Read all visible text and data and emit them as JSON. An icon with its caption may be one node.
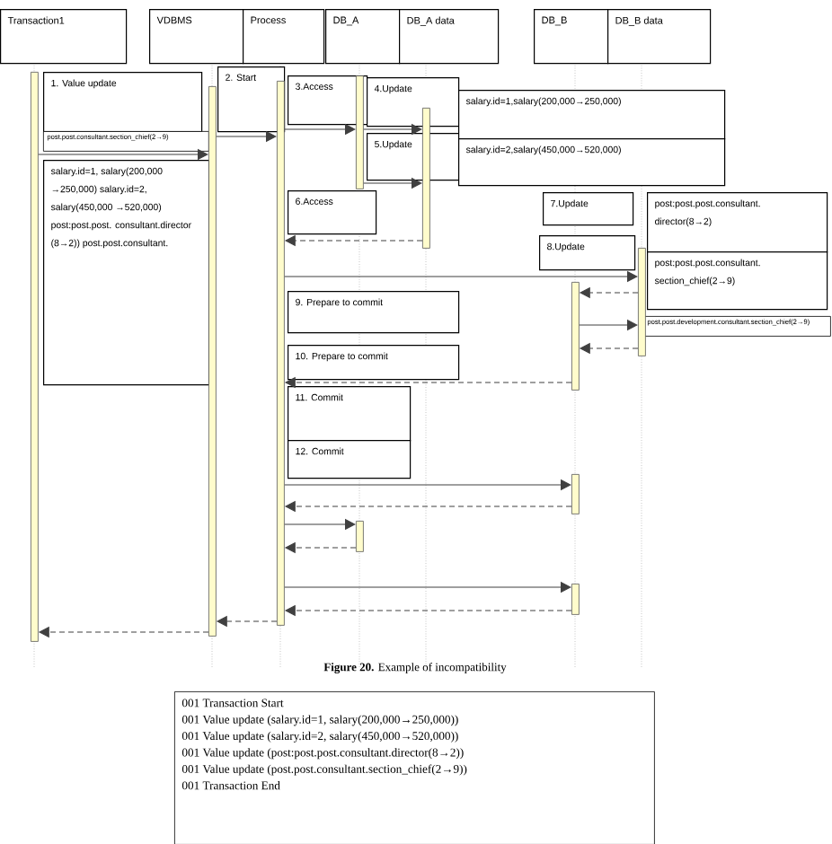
{
  "diagram": {
    "caption": "**Figure 20.**   Example of incompatibility",
    "nodes": [
      {
        "text": [
          "Transaction1"
        ]
      },
      {
        "text": [
          "VDBMS"
        ]
      },
      {
        "text": [
          "Process"
        ]
      },
      {
        "text": [
          "DB_A"
        ]
      },
      {
        "text": [
          "DB_A data"
        ]
      },
      {
        "text": [
          "DB_B"
        ]
      },
      {
        "text": [
          "DB_B data"
        ]
      },
      {
        "text": [
          "1. Value update"
        ]
      },
      {
        "text": [
          "post.post.consultant.section_chief(2→9)"
        ]
      },
      {
        "text": [
          "salary.id=1, salary(200,000 →250,000) salary.id=2, salary(450,000 →520,000) post:post.post. consultant.director (8→2)) post.post.consultant."
        ]
      },
      {
        "text": [
          "2. Start"
        ]
      },
      {
        "text": [
          "3.Access"
        ]
      },
      {
        "text": [
          "4.Update"
        ]
      },
      {
        "text": [
          "5.Update"
        ]
      },
      {
        "text": [
          "salary.id=1,salary(200,000→250,000)"
        ]
      },
      {
        "text": [
          "salary.id=2,salary(450,000→520,000)"
        ]
      },
      {
        "text": [
          "6.Access"
        ]
      },
      {
        "text": [
          "7.Update"
        ]
      },
      {
        "text": [
          "post:post.post.consultant. director(8→2)"
        ]
      },
      {
        "text": [
          "8.Update"
        ]
      },
      {
        "text": [
          "post:post.post.consultant. section_chief(2→9)"
        ]
      },
      {
        "text": [
          "post.post.development.consultant.section_chief(2→9)"
        ]
      },
      {
        "text": [
          "9. Prepare to commit"
        ]
      },
      {
        "text": [
          "10. Prepare to commit"
        ]
      },
      {
        "text": [
          "11. Commit"
        ]
      },
      {
        "text": [
          "12. Commit"
        ]
      },
      {
        "text": [],
        "shape": "bar"
      },
      {
        "text": [],
        "shape": "bar"
      },
      {
        "text": [],
        "shape": "bar"
      },
      {
        "text": [],
        "shape": "bar"
      },
      {
        "text": [],
        "shape": "bar"
      },
      {
        "text": [],
        "shape": "bar"
      },
      {
        "text": [],
        "shape": "bar"
      },
      {
        "text": [],
        "shape": "bar"
      },
      {
        "text": [],
        "shape": "bar"
      },
      {
        "text": [],
        "shape": "bar"
      },
      {
        "text": [
          "001 Transaction Start",
          "001 Value update (salary.id=1, salary(200,000→250,000))",
          "001 Value update (salary.id=2, salary(450,000→520,000))",
          "001 Value update (post:post.post.consultant.director(8→2))",
          "001 Value update (post.post.consultant.section_chief(2→9))",
          "001 Transaction End"
        ]
      }
    ],
    "edges": [
      {
        "from": 26,
        "to": 27,
        "arrow": "to"
      },
      {
        "from": 27,
        "to": 28,
        "arrow": "to"
      },
      {
        "from": 28,
        "to": 29,
        "arrow": "to"
      },
      {
        "from": 29,
        "to": 30,
        "arrow": "to"
      },
      {
        "from": 29,
        "to": 30,
        "arrow": "to"
      },
      {
        "from": 30,
        "to": 28,
        "arrow": "to",
        "style": "dashed"
      },
      {
        "from": 28,
        "to": 32,
        "arrow": "to"
      },
      {
        "from": 32,
        "to": 31,
        "arrow": "to",
        "style": "dashed"
      },
      {
        "from": 31,
        "to": 32,
        "arrow": "to"
      },
      {
        "from": 32,
        "to": 31,
        "arrow": "to",
        "style": "dashed"
      },
      {
        "from": 31,
        "to": 28,
        "arrow": "to",
        "style": "dashed"
      },
      {
        "from": 28,
        "to": 33,
        "arrow": "to"
      },
      {
        "from": 33,
        "to": 28,
        "arrow": "to",
        "style": "dashed"
      },
      {
        "from": 28,
        "to": 34,
        "arrow": "to"
      },
      {
        "from": 34,
        "to": 28,
        "arrow": "to",
        "style": "dashed"
      },
      {
        "from": 28,
        "to": 35,
        "arrow": "to"
      },
      {
        "from": 35,
        "to": 28,
        "arrow": "to",
        "style": "dashed"
      },
      {
        "from": 28,
        "to": 27,
        "arrow": "to",
        "style": "dashed"
      },
      {
        "from": 27,
        "to": 26,
        "arrow": "to",
        "style": "dashed"
      }
    ]
  }
}
